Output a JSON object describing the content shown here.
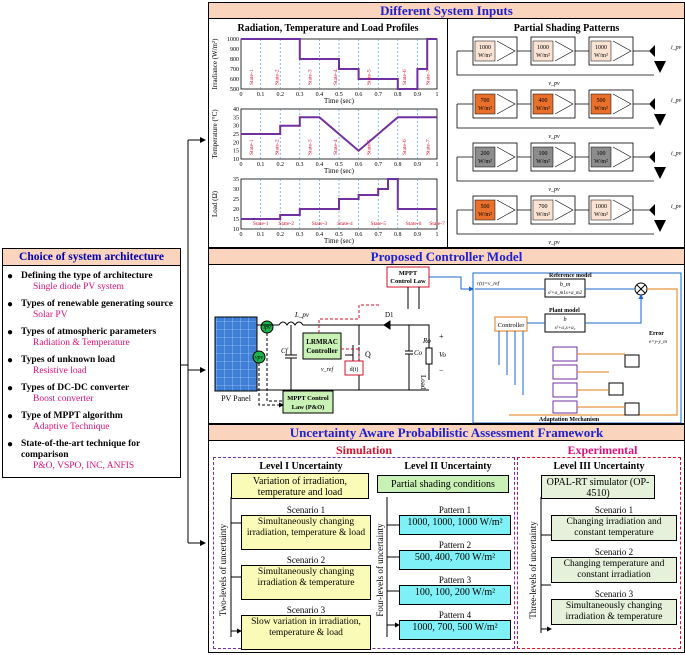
{
  "left": {
    "title": "Choice of system architecture",
    "items": [
      {
        "head": "Defining the type of architecture",
        "sub": "Single diode PV system"
      },
      {
        "head": "Types of renewable generating source",
        "sub": "Solar PV"
      },
      {
        "head": "Types of atmospheric parameters",
        "sub": "Radiation & Temperature"
      },
      {
        "head": "Types of unknown load",
        "sub": "Resistive load"
      },
      {
        "head": "Types of DC-DC converter",
        "sub": "Boost converter"
      },
      {
        "head": "Type of MPPT algorithm",
        "sub": "Adaptive Technique"
      },
      {
        "head": "State-of-the-art technique for comparison",
        "sub": "P&O, VSPO, INC, ANFIS"
      }
    ]
  },
  "inputs": {
    "title": "Different System Inputs",
    "profiles_title": "Radiation, Temperature and Load Profiles",
    "shading_title": "Partial Shading Patterns",
    "time_label": "Time (sec)",
    "irr_ylabel": "Irradiance (W/m²)",
    "temp_ylabel": "Temperature (°C)",
    "load_ylabel": "Load (Ω)",
    "xticks": [
      "0",
      "0.1",
      "0.2",
      "0.3",
      "0.4",
      "0.5",
      "0.6",
      "0.7",
      "0.8",
      "0.9",
      "1"
    ],
    "irr_yticks": [
      "1000",
      "900",
      "800",
      "700",
      "600",
      "500"
    ],
    "temp_yticks": [
      "40",
      "35",
      "30",
      "25",
      "20",
      "15",
      "10"
    ],
    "load_yticks": [
      "35",
      "30",
      "25",
      "20",
      "15",
      "10"
    ],
    "states": [
      "State-1",
      "State-2",
      "State-3",
      "State-4",
      "State-5",
      "State-6",
      "State-7"
    ],
    "shading_rows": [
      [
        "1000 W/m²",
        "1000 W/m²",
        "1000 W/m²"
      ],
      [
        "700 W/m²",
        "400 W/m²",
        "500 W/m²"
      ],
      [
        "200 W/m²",
        "100 W/m²",
        "100 W/m²"
      ],
      [
        "500 W/m²",
        "700 W/m²",
        "1000 W/m²"
      ]
    ],
    "vpv": "v_pv",
    "ipv": "i_pv"
  },
  "controller": {
    "title": "Proposed Controller Model",
    "pv_panel": "PV Panel",
    "lrmrac": "LRMRAC Controller",
    "mppt_po": "MPPT Control Law (P&O)",
    "mppt_law": "MPPT Control Law",
    "reference_model": "Reference model",
    "plant_model": "Plant model",
    "controller_label": "Controller",
    "adaptation": "Adaptation Mechanism",
    "error": "Error",
    "error_eq": "e=y-y_m",
    "ref_eq": "r(t)=v_ref",
    "load": "Load",
    "q": "Q",
    "lpv": "L_pv",
    "d1": "D1",
    "co": "Co",
    "ro": "Ro",
    "vo": "Vo",
    "cf": "Cf",
    "vref": "v_ref"
  },
  "framework": {
    "title": "Uncertainty Aware Probabilistic Assessment Framework",
    "simulation": "Simulation",
    "experimental": "Experimental",
    "level1": {
      "title": "Level I Uncertainty",
      "top": "Variation of irradiation, temperature and load",
      "side": "Two-levels of uncertainty",
      "scenarios": [
        {
          "label": "Scenario 1",
          "text": "Simultaneously changing irradiation, temperature & load"
        },
        {
          "label": "Scenario 2",
          "text": "Simultaneously changing irradiation & temperature"
        },
        {
          "label": "Scenario 3",
          "text": "Slow variation in irradiation, temperature & load"
        }
      ]
    },
    "level2": {
      "title": "Level II Uncertainty",
      "top": "Partial shading conditions",
      "side": "Four-levels of uncertainty",
      "patterns": [
        {
          "label": "Pattern 1",
          "text": "1000, 1000, 1000 W/m²"
        },
        {
          "label": "Pattern 2",
          "text": "500, 400, 700 W/m²"
        },
        {
          "label": "Pattern 3",
          "text": "100, 100, 200 W/m²"
        },
        {
          "label": "Pattern 4",
          "text": "1000, 700, 500 W/m²"
        }
      ]
    },
    "level3": {
      "title": "Level III Uncertainty",
      "top": "OPAL-RT simulator (OP-4510)",
      "side": "Three-levels of uncertainty",
      "scenarios": [
        {
          "label": "Scenario 1",
          "text": "Changing irradiation and constant temperature"
        },
        {
          "label": "Scenario 2",
          "text": "Changing temperature and constant irradiation"
        },
        {
          "label": "Scenario 3",
          "text": "Simultaneously changing irradiation & temperature"
        }
      ]
    }
  }
}
